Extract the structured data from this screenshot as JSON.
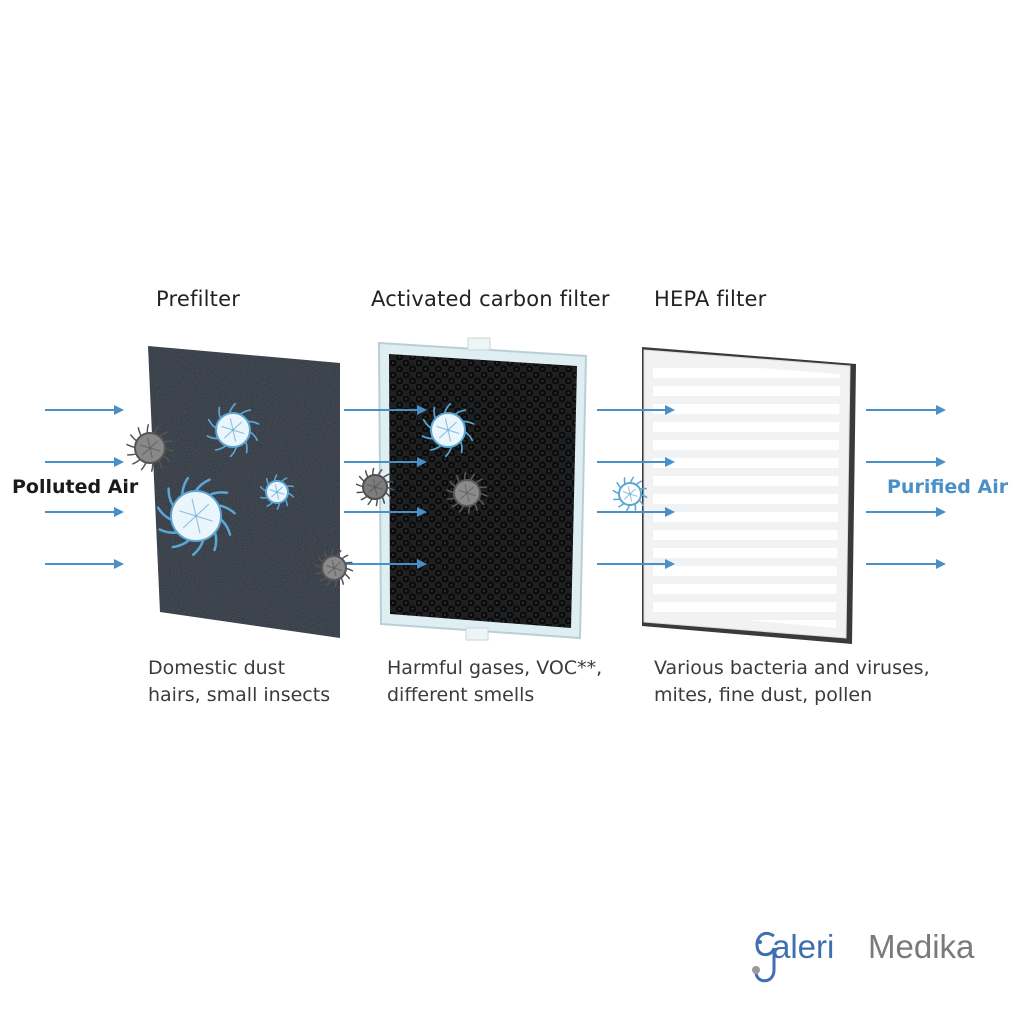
{
  "labels": {
    "polluted": "Polluted Air",
    "purified": "Purified Air"
  },
  "filters": [
    {
      "title": "Prefilter",
      "desc_line1": "Domestic dust",
      "desc_line2": "hairs, small insects"
    },
    {
      "title": "Activated carbon filter",
      "desc_line1": "Harmful gases, VOC**,",
      "desc_line2": "different smells"
    },
    {
      "title": "HEPA filter",
      "desc_line1": "Various bacteria and viruses,",
      "desc_line2": "mites, fine dust, pollen"
    }
  ],
  "logo": {
    "part1": "aleri",
    "part2": "Medika"
  },
  "colors": {
    "arrow": "#4a90c8",
    "prefilter": "#2b333d",
    "carbon_frame": "#dfeef2",
    "hepa_frame": "#f2f2f2",
    "particle_light": "#eaf6fc",
    "particle_grey": "#6b6b6b",
    "logo_blue": "#3f6fb0",
    "logo_grey": "#7a7a7a"
  }
}
